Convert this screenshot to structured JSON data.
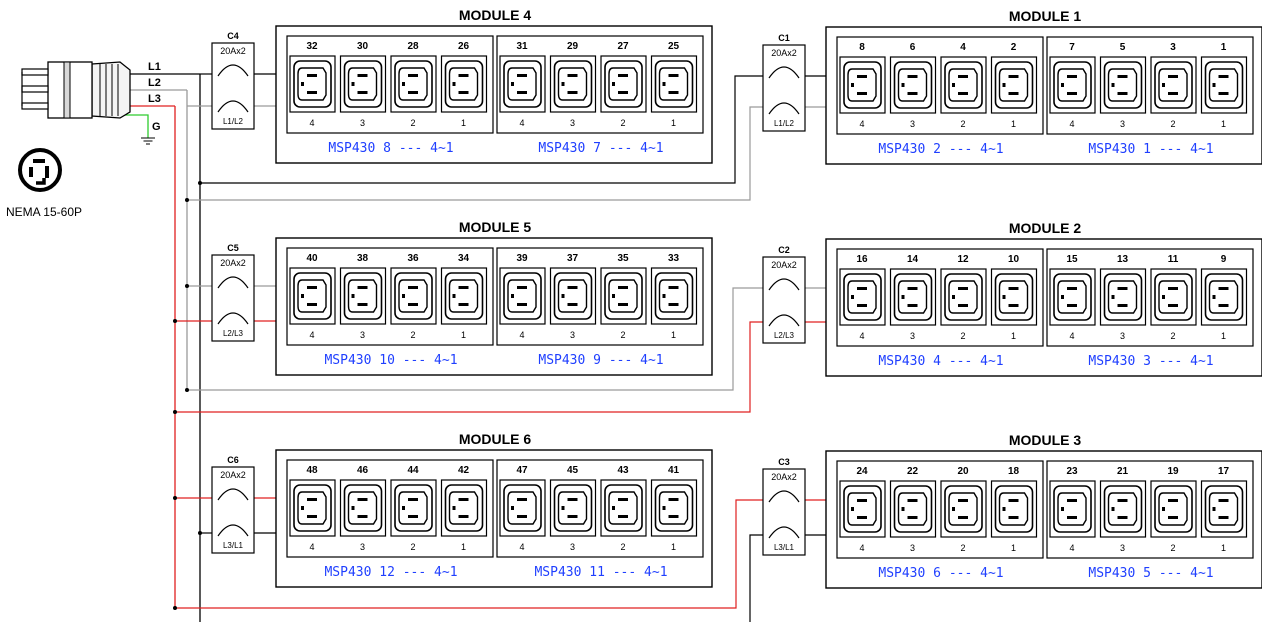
{
  "plug": {
    "model": "NEMA 15-60P",
    "lines": [
      "L1",
      "L2",
      "L3"
    ],
    "ground": "G"
  },
  "modules": [
    {
      "title": "MODULE 4",
      "banks": [
        {
          "label": "MSP430 8 --- 4~1",
          "outlets": [
            "32",
            "30",
            "28",
            "26"
          ],
          "positions": [
            "4",
            "3",
            "2",
            "1"
          ]
        },
        {
          "label": "MSP430 7 --- 4~1",
          "outlets": [
            "31",
            "29",
            "27",
            "25"
          ],
          "positions": [
            "4",
            "3",
            "2",
            "1"
          ]
        }
      ]
    },
    {
      "title": "MODULE 1",
      "banks": [
        {
          "label": "MSP430 2 --- 4~1",
          "outlets": [
            "8",
            "6",
            "4",
            "2"
          ],
          "positions": [
            "4",
            "3",
            "2",
            "1"
          ]
        },
        {
          "label": "MSP430 1 --- 4~1",
          "outlets": [
            "7",
            "5",
            "3",
            "1"
          ],
          "positions": [
            "4",
            "3",
            "2",
            "1"
          ]
        }
      ]
    },
    {
      "title": "MODULE 5",
      "banks": [
        {
          "label": "MSP430 10 --- 4~1",
          "outlets": [
            "40",
            "38",
            "36",
            "34"
          ],
          "positions": [
            "4",
            "3",
            "2",
            "1"
          ]
        },
        {
          "label": "MSP430 9 --- 4~1",
          "outlets": [
            "39",
            "37",
            "35",
            "33"
          ],
          "positions": [
            "4",
            "3",
            "2",
            "1"
          ]
        }
      ]
    },
    {
      "title": "MODULE 2",
      "banks": [
        {
          "label": "MSP430 4 --- 4~1",
          "outlets": [
            "16",
            "14",
            "12",
            "10"
          ],
          "positions": [
            "4",
            "3",
            "2",
            "1"
          ]
        },
        {
          "label": "MSP430 3 --- 4~1",
          "outlets": [
            "15",
            "13",
            "11",
            "9"
          ],
          "positions": [
            "4",
            "3",
            "2",
            "1"
          ]
        }
      ]
    },
    {
      "title": "MODULE 6",
      "banks": [
        {
          "label": "MSP430 12 --- 4~1",
          "outlets": [
            "48",
            "46",
            "44",
            "42"
          ],
          "positions": [
            "4",
            "3",
            "2",
            "1"
          ]
        },
        {
          "label": "MSP430 11 --- 4~1",
          "outlets": [
            "47",
            "45",
            "43",
            "41"
          ],
          "positions": [
            "4",
            "3",
            "2",
            "1"
          ]
        }
      ]
    },
    {
      "title": "MODULE 3",
      "banks": [
        {
          "label": "MSP430 6 --- 4~1",
          "outlets": [
            "24",
            "22",
            "20",
            "18"
          ],
          "positions": [
            "4",
            "3",
            "2",
            "1"
          ]
        },
        {
          "label": "MSP430 5 --- 4~1",
          "outlets": [
            "23",
            "21",
            "19",
            "17"
          ],
          "positions": [
            "4",
            "3",
            "2",
            "1"
          ]
        }
      ]
    }
  ],
  "breakers": [
    {
      "id": "C4",
      "rating": "20Ax2",
      "phase": "L1/L2"
    },
    {
      "id": "C1",
      "rating": "20Ax2",
      "phase": "L1/L2"
    },
    {
      "id": "C5",
      "rating": "20Ax2",
      "phase": "L2/L3"
    },
    {
      "id": "C2",
      "rating": "20Ax2",
      "phase": "L2/L3"
    },
    {
      "id": "C6",
      "rating": "20Ax2",
      "phase": "L3/L1"
    },
    {
      "id": "C3",
      "rating": "20Ax2",
      "phase": "L3/L1"
    }
  ],
  "colors": {
    "L1": "#000000",
    "L2": "#9a9a9a",
    "L3": "#e02020",
    "ground": "#2ecc2e",
    "label_blue": "#1f3fff"
  }
}
